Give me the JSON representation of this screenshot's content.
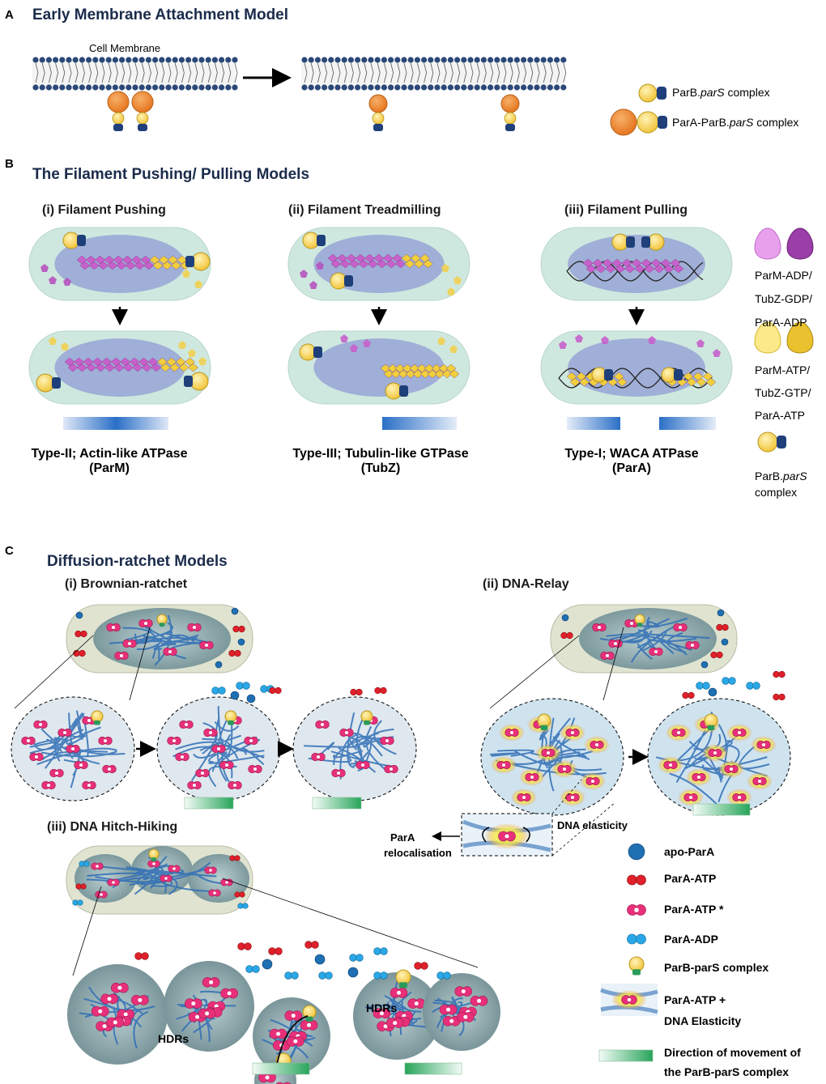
{
  "panel_a": {
    "letter": "A",
    "title": "Early Membrane Attachment Model",
    "membrane_label": "Cell Membrane",
    "legend": [
      {
        "prefix": "ParB.",
        "italic": "parS",
        "suffix": " complex"
      },
      {
        "prefix": "ParA-ParB.",
        "italic": "parS",
        "suffix": " complex"
      }
    ]
  },
  "panel_b": {
    "letter": "B",
    "title": "The Filament Pushing/ Pulling Models",
    "subpanels": [
      {
        "title": "(i) Filament Pushing",
        "caption_line1": "Type-II; Actin-like ATPase",
        "caption_line2": "(ParM)"
      },
      {
        "title": "(ii) Filament Treadmilling",
        "caption_line1": "Type-III; Tubulin-like GTPase",
        "caption_line2": "(TubZ)"
      },
      {
        "title": "(iii) Filament Pulling",
        "caption_line1": "Type-I; WACA ATPase",
        "caption_line2": "(ParA)"
      }
    ],
    "legend_adp": [
      "ParM-ADP/",
      "TubZ-GDP/",
      "ParA-ADP"
    ],
    "legend_atp": [
      "ParM-ATP/",
      "TubZ-GTP/",
      "ParA-ATP"
    ],
    "legend_parb": [
      "ParB.",
      "parS",
      "complex"
    ]
  },
  "panel_c": {
    "letter": "C",
    "title": "Diffusion-ratchet Models",
    "sub_i": "(i) Brownian-ratchet",
    "sub_ii": "(ii) DNA-Relay",
    "sub_iii": "(iii) DNA Hitch-Hiking",
    "inset_dna_elasticity": "DNA elasticity",
    "inset_para_reloc_1": "ParA",
    "inset_para_reloc_2": "relocalisation",
    "hdrs_label": "HDRs",
    "legend": [
      {
        "label": "apo-ParA",
        "icon": "apo-para-icon"
      },
      {
        "label": "ParA-ATP",
        "icon": "para-atp-icon"
      },
      {
        "label": "ParA-ATP *",
        "icon": "para-atp-star-icon"
      },
      {
        "label": "ParA-ADP",
        "icon": "para-adp-icon"
      },
      {
        "label": "ParB-parS complex",
        "icon": "parb-pars-icon"
      },
      {
        "label": "ParA-ATP +",
        "label2": "DNA Elasticity",
        "icon": "elasticity-icon"
      },
      {
        "label": "Direction of movement of",
        "label2": "the ParB-parS complex",
        "icon": "direction-arrow-icon"
      }
    ]
  },
  "colors": {
    "title_navy": "#1b2b4b",
    "cell_green": "#cfe8df",
    "nucleoid_blue": "#9aa8d6",
    "parb_yellow": "#f7d35a",
    "pars_navy": "#1f3f7a",
    "para_orange": "#ee8a2e",
    "atp_red": "#e0202a",
    "atp_star_pink": "#e8307a",
    "adp_blue": "#2aa7e6",
    "apo_blue": "#1f6fb3",
    "parm_adp_pink": "#e07be0",
    "parm_adp_purple": "#9a3ea8",
    "dna_blue": "#2f6db5"
  }
}
